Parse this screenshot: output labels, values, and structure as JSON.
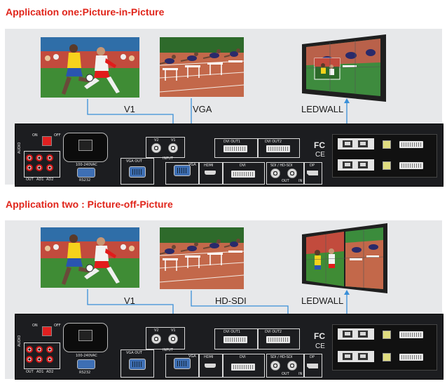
{
  "sections": [
    {
      "title": "Application one:Picture-in-Picture",
      "sources": [
        "V1",
        "VGA"
      ],
      "output": "LEDWALL"
    },
    {
      "title": "Application two : Picture-off-Picture",
      "sources": [
        "V1",
        "HD-SDI"
      ],
      "output": "LEDWALL"
    }
  ],
  "device": {
    "audio": "AUDIO",
    "on": "ON",
    "off": "OFF",
    "out": "OUT",
    "ad1": "AD1",
    "ad2": "AD2",
    "power": "100-240VAC",
    "rs232": "RS232",
    "vga_out": "VGA  OUT",
    "v2": "V2",
    "v1": "V1",
    "input": "INPUT",
    "vga": "VGA",
    "hdmi": "HDMI",
    "dvi": "DVI",
    "dvi_out1": "DVI   OUT1",
    "dvi_out2": "DVI   OUT2",
    "sdi": "SDI / HD-SDI",
    "sdi_out": "OUT",
    "sdi_in": "IN",
    "dp": "DP",
    "fc": "FC",
    "ce": "CE"
  },
  "colors": {
    "title_red": "#e0251b",
    "arrow_blue": "#3a8fd8",
    "panel_bg": "#e7e8ea",
    "device_body": "#1c1d20"
  }
}
